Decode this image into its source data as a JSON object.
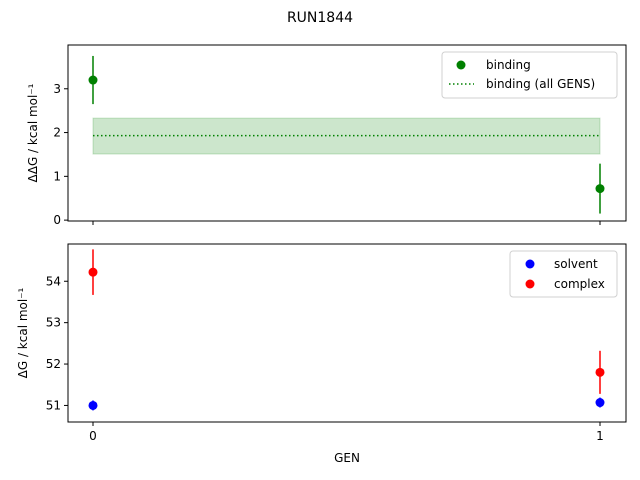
{
  "chart_data": {
    "type": "scatter",
    "title": "RUN1844",
    "xlabel": "GEN",
    "x_ticks": [
      "0",
      "1"
    ],
    "panels": [
      {
        "ylabel": "ΔΔG / kcal mol⁻¹",
        "ylim": [
          -0.02,
          4.0
        ],
        "y_ticks": [
          0,
          1,
          2,
          3
        ],
        "x_tick_labels_shown": false,
        "series": [
          {
            "name": "binding",
            "marker": "point",
            "color": "#008000",
            "points": [
              {
                "x": 0,
                "y": 3.2,
                "err": 0.55
              },
              {
                "x": 1,
                "y": 0.72,
                "err": 0.57
              }
            ]
          },
          {
            "name": "binding (all GENS)",
            "marker": "dotted-line",
            "color": "#008000",
            "y": 1.93,
            "band": [
              1.51,
              2.33
            ],
            "x_range": [
              0,
              1
            ]
          }
        ],
        "legend": "upper right"
      },
      {
        "ylabel": "ΔG / kcal mol⁻¹",
        "ylim": [
          50.6,
          54.9
        ],
        "y_ticks": [
          51,
          52,
          53,
          54
        ],
        "x_tick_labels_shown": true,
        "series": [
          {
            "name": "solvent",
            "marker": "point",
            "color": "#0000ff",
            "points": [
              {
                "x": 0,
                "y": 51.0,
                "err": 0.12
              },
              {
                "x": 1,
                "y": 51.07,
                "err": 0.12
              }
            ]
          },
          {
            "name": "complex",
            "marker": "point",
            "color": "#ff0000",
            "points": [
              {
                "x": 0,
                "y": 54.22,
                "err": 0.55
              },
              {
                "x": 1,
                "y": 51.8,
                "err": 0.52
              }
            ]
          }
        ],
        "legend": "upper right"
      }
    ]
  }
}
